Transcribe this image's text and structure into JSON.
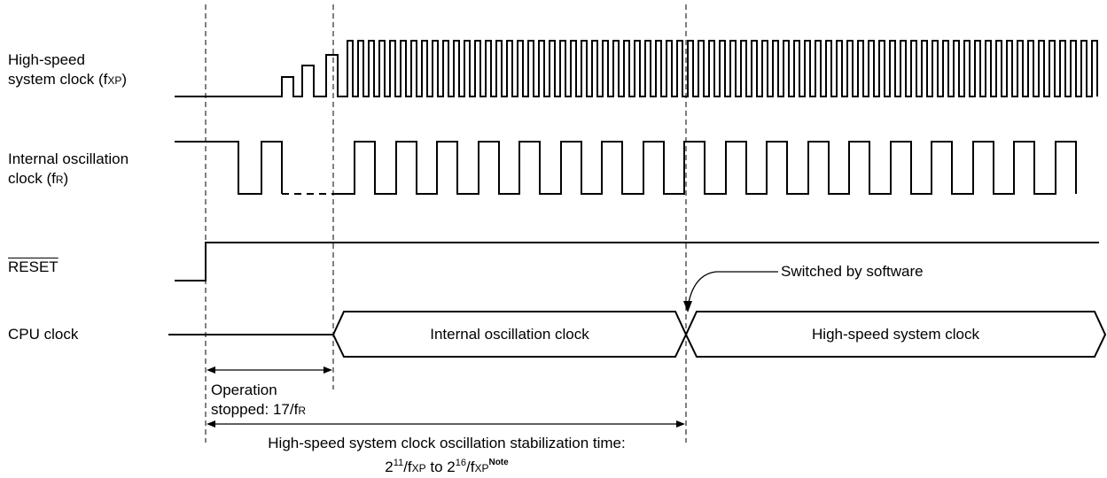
{
  "signals": {
    "hs_clock": {
      "line1": "High-speed",
      "line2_prefix": "system clock (f",
      "line2_sub": "XP",
      "line2_suffix": ")"
    },
    "int_osc": {
      "line1": "Internal oscillation",
      "line2_prefix": "clock (f",
      "line2_sub": "R",
      "line2_suffix": ")"
    },
    "reset": {
      "label": "RESET"
    },
    "cpu_clock": {
      "label": "CPU clock"
    }
  },
  "cpu_states": {
    "first": "Internal oscillation clock",
    "second": "High-speed system clock"
  },
  "annotations": {
    "switched": "Switched by software",
    "operation_line1": "Operation",
    "operation_prefix": "stopped: 17/f",
    "operation_sub": "R",
    "stab_line1": "High-speed system clock oscillation stabilization time:",
    "stab_base1": "2",
    "stab_exp1": "11",
    "stab_mid1": "/f",
    "stab_sub1": "XP",
    "stab_to": " to ",
    "stab_base2": "2",
    "stab_exp2": "16",
    "stab_mid2": "/f",
    "stab_sub2": "XP",
    "stab_note": "Note"
  }
}
